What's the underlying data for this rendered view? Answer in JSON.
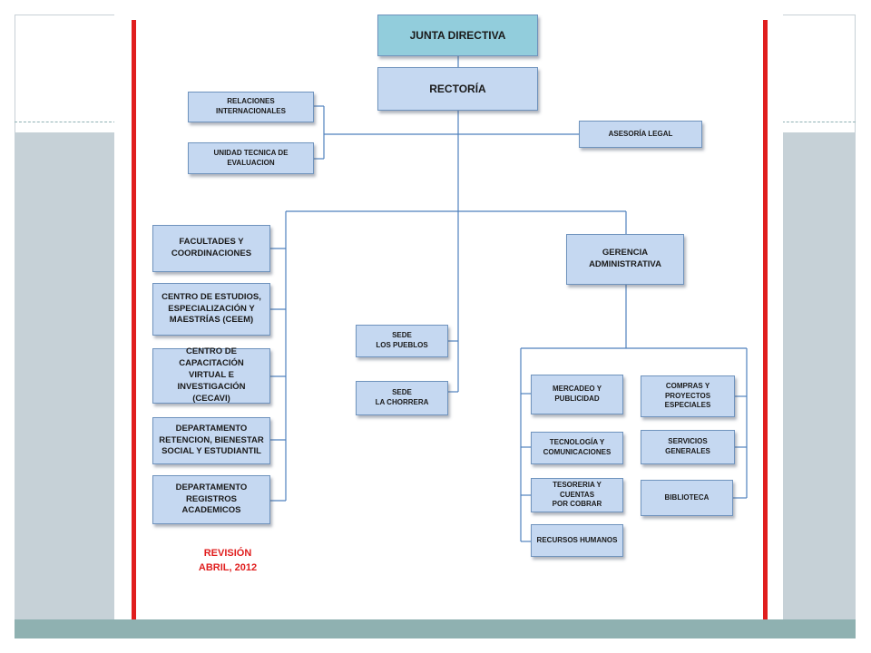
{
  "chart": {
    "nodes": {
      "junta": "JUNTA DIRECTIVA",
      "rectoria": "RECTORÍA",
      "relaciones": "RELACIONES INTERNACIONALES",
      "unidad": "UNIDAD TECNICA DE EVALUACION",
      "asesoria": "ASESORÍA LEGAL",
      "facultades": "FACULTADES Y\nCOORDINACIONES",
      "ceem": "CENTRO DE ESTUDIOS,\nESPECIALIZACIÓN Y\nMAESTRÍAS (CEEM)",
      "cecavi": "CENTRO DE CAPACITACIÓN\nVIRTUAL E INVESTIGACIÓN\n(CECAVI)",
      "bienestar": "DEPARTAMENTO\nRETENCION, BIENESTAR\nSOCIAL Y ESTUDIANTIL",
      "registros": "DEPARTAMENTO\nREGISTROS ACADEMICOS",
      "sede_pueblos": "SEDE\nLOS PUEBLOS",
      "sede_chorrera": "SEDE\nLA CHORRERA",
      "gerencia": "GERENCIA\nADMINISTRATIVA",
      "mercadeo": "MERCADEO Y\nPUBLICIDAD",
      "tecnologia": "TECNOLOGÍA Y\nCOMUNICACIONES",
      "tesoreria": "TESORERIA Y CUENTAS\nPOR COBRAR",
      "recursos": "RECURSOS HUMANOS",
      "compras": "COMPRAS Y\nPROYECTOS ESPECIALES",
      "servicios": "SERVICIOS GENERALES",
      "biblioteca": "BIBLIOTECA"
    },
    "revision": "REVISIÓN\nABRIL, 2012"
  }
}
